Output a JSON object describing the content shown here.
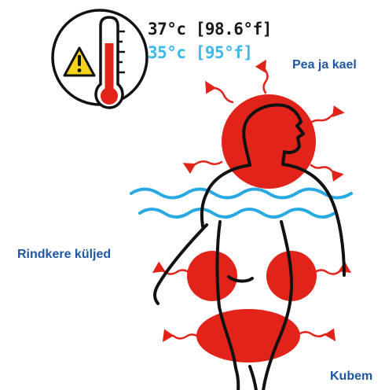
{
  "temperature": {
    "normal": "37°c [98.6°f]",
    "low": "35°c [95°f]"
  },
  "labels": {
    "head_neck": "Pea ja kael",
    "chest_sides": "Rindkere küljed",
    "groin": "Kubem"
  },
  "colors": {
    "heat": "#e2231a",
    "water": "#29a9e1",
    "label": "#1f56a1",
    "warning": "#f6d21d",
    "outline": "#111111"
  },
  "icons": [
    "thermometer-icon",
    "warning-icon"
  ]
}
